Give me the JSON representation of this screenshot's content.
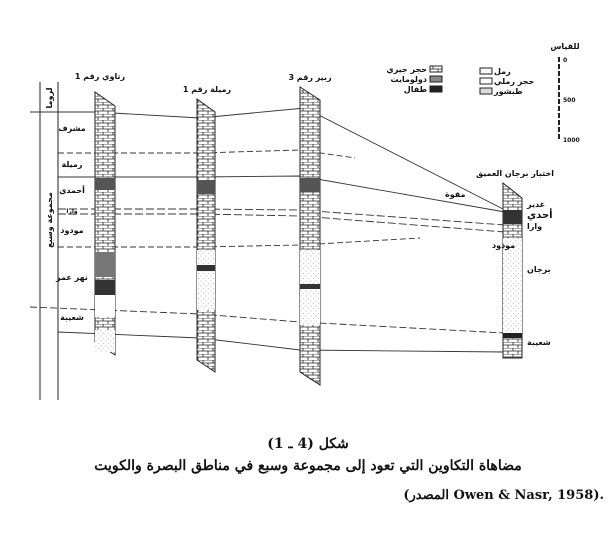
{
  "wells": [
    {
      "name": "رتاوي رقم 1"
    },
    {
      "name": "رميلة رقم 1"
    },
    {
      "name": "زبير رقم 3"
    },
    {
      "name": "اختبار برجان العميق"
    }
  ],
  "group_label": "مجموعة وسبع",
  "top_label": "لروما",
  "left_formations": [
    "مشرف",
    "رميلة",
    "أحمدي",
    "وارا",
    "مودود",
    "نهر عمر",
    "شعيبة"
  ],
  "right_formations": [
    "غدير",
    "أحدي",
    "وارا",
    "مودود",
    "برجان",
    "شعيبة"
  ],
  "pinchout_label": "مقوة",
  "legend": {
    "left": [
      "حجر جيري",
      "دولومايت",
      "طفال"
    ],
    "right": [
      "رمل",
      "حجر رملي",
      "طبشور"
    ]
  },
  "scale": {
    "title": "للقياس",
    "ticks": [
      "0",
      "500",
      "1000"
    ]
  },
  "caption": {
    "figure": "شكل (4 ـ 1)",
    "title": "مضاهاة التكاوين التي تعود إلى مجموعة وسبع في مناطق البصرة والكويت",
    "source": "(المصدر Owen & Nasr, 1958)."
  }
}
